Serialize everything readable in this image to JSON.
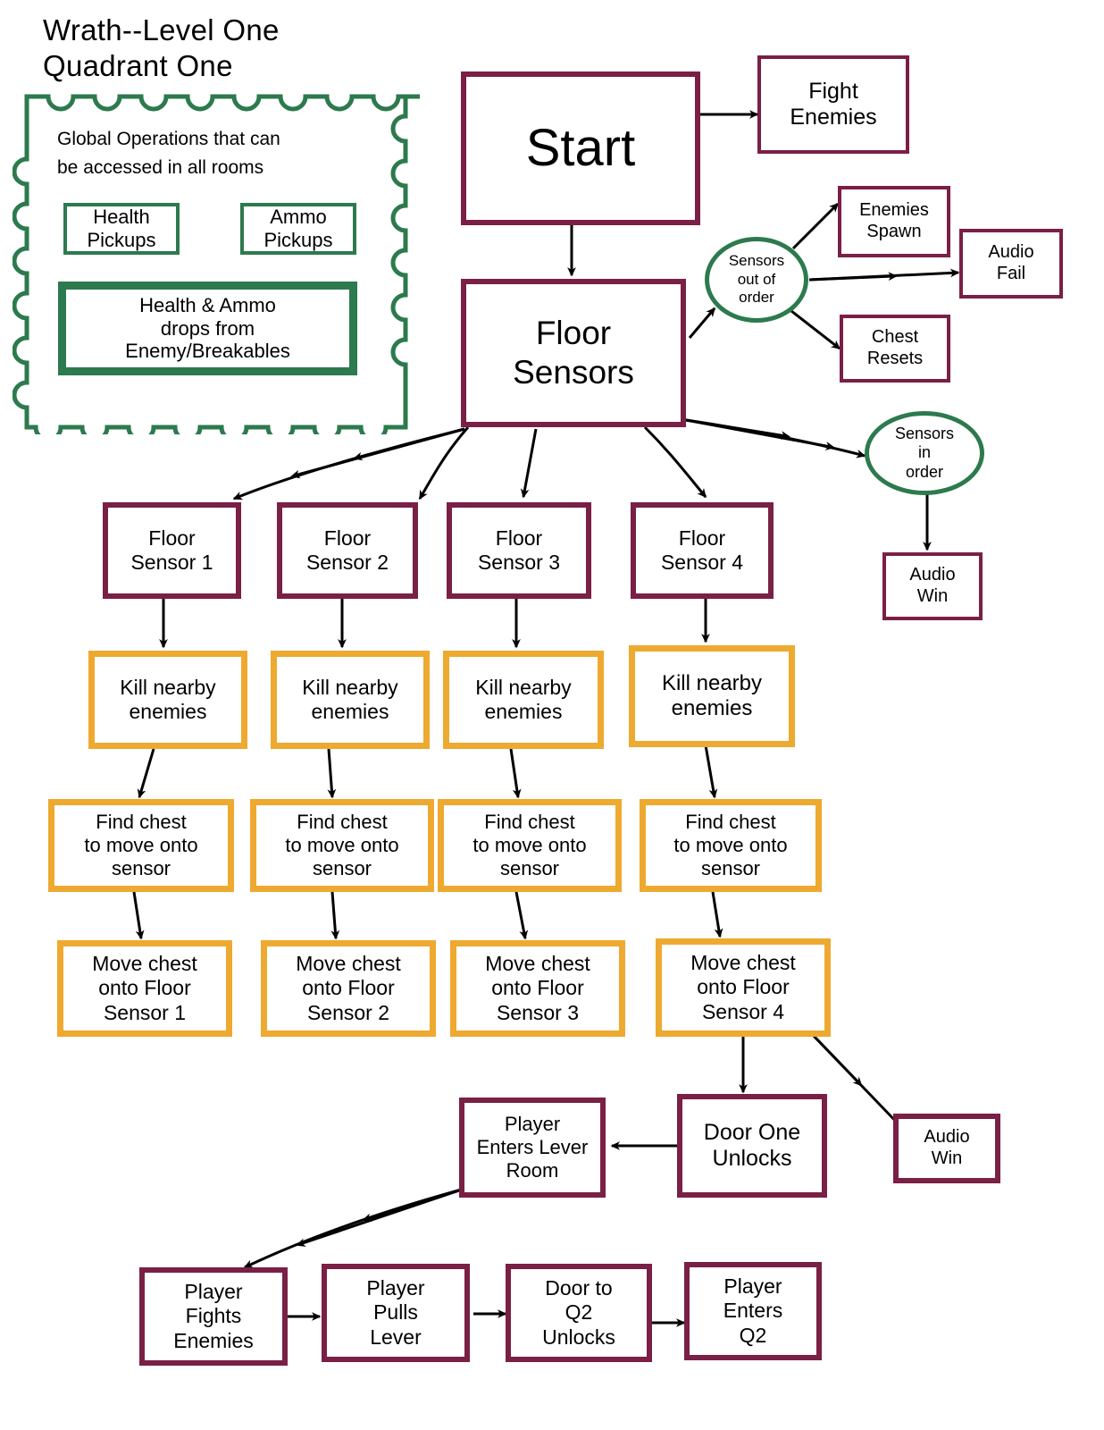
{
  "title": {
    "line1": "Wrath--Level One",
    "line2": "Quadrant One",
    "full": "Wrath--Level One\nQuadrant One"
  },
  "colors": {
    "maroon": "#7a1f45",
    "orange": "#eea930",
    "green": "#2c7a4d",
    "arrow": "#000000",
    "background": "#ffffff"
  },
  "global_panel": {
    "heading": "Global Operations that can\nbe accessed in all rooms",
    "boxes": [
      {
        "label": "Health\nPickups"
      },
      {
        "label": "Ammo\nPickups"
      },
      {
        "label": "Health & Ammo\ndrops from\nEnemy/Breakables"
      }
    ]
  },
  "nodes": {
    "start": {
      "label": "Start"
    },
    "fight_enemies": {
      "label": "Fight\nEnemies"
    },
    "floor_sensors": {
      "label": "Floor\nSensors"
    },
    "sensors_out_of_order": {
      "label": "Sensors\nout of\norder"
    },
    "sensors_in_order": {
      "label": "Sensors\nin\norder"
    },
    "enemies_spawn": {
      "label": "Enemies\nSpawn"
    },
    "chest_resets": {
      "label": "Chest\nResets"
    },
    "audio_fail": {
      "label": "Audio\nFail"
    },
    "audio_win_top": {
      "label": "Audio\nWin"
    },
    "audio_win_bottom": {
      "label": "Audio\nWin"
    },
    "floor_sensor_1": {
      "label": "Floor\nSensor 1"
    },
    "floor_sensor_2": {
      "label": "Floor\nSensor 2"
    },
    "floor_sensor_3": {
      "label": "Floor\nSensor 3"
    },
    "floor_sensor_4": {
      "label": "Floor\nSensor 4"
    },
    "kill_nearby_1": {
      "label": "Kill nearby\nenemies"
    },
    "kill_nearby_2": {
      "label": "Kill nearby\nenemies"
    },
    "kill_nearby_3": {
      "label": "Kill nearby\nenemies"
    },
    "kill_nearby_4": {
      "label": "Kill nearby\nenemies"
    },
    "find_chest_1": {
      "label": "Find chest\nto move onto\nsensor"
    },
    "find_chest_2": {
      "label": "Find chest\nto move onto\nsensor"
    },
    "find_chest_3": {
      "label": "Find chest\nto move onto\nsensor"
    },
    "find_chest_4": {
      "label": "Find chest\nto move onto\nsensor"
    },
    "move_chest_1": {
      "label": "Move chest\nonto Floor\nSensor 1"
    },
    "move_chest_2": {
      "label": "Move chest\nonto Floor\nSensor 2"
    },
    "move_chest_3": {
      "label": "Move chest\nonto Floor\nSensor 3"
    },
    "move_chest_4": {
      "label": "Move chest\nonto Floor\nSensor 4"
    },
    "door_one_unlocks": {
      "label": "Door One\nUnlocks"
    },
    "player_enters_lever_room": {
      "label": "Player\nEnters Lever\nRoom"
    },
    "player_fights_enemies": {
      "label": "Player\nFights\nEnemies"
    },
    "player_pulls_lever": {
      "label": "Player\nPulls\nLever"
    },
    "door_to_q2_unlocks": {
      "label": "Door to\nQ2\nUnlocks"
    },
    "player_enters_q2": {
      "label": "Player\nEnters\nQ2"
    }
  },
  "edges": [
    {
      "from": "start",
      "to": "fight_enemies"
    },
    {
      "from": "start",
      "to": "floor_sensors"
    },
    {
      "from": "floor_sensors",
      "to": "sensors_out_of_order"
    },
    {
      "from": "sensors_out_of_order",
      "to": "enemies_spawn"
    },
    {
      "from": "sensors_out_of_order",
      "to": "audio_fail"
    },
    {
      "from": "sensors_out_of_order",
      "to": "chest_resets"
    },
    {
      "from": "floor_sensors",
      "to": "sensors_in_order"
    },
    {
      "from": "sensors_in_order",
      "to": "audio_win_top"
    },
    {
      "from": "floor_sensors",
      "to": "floor_sensor_1"
    },
    {
      "from": "floor_sensors",
      "to": "floor_sensor_2"
    },
    {
      "from": "floor_sensors",
      "to": "floor_sensor_3"
    },
    {
      "from": "floor_sensors",
      "to": "floor_sensor_4"
    },
    {
      "from": "floor_sensor_1",
      "to": "kill_nearby_1"
    },
    {
      "from": "floor_sensor_2",
      "to": "kill_nearby_2"
    },
    {
      "from": "floor_sensor_3",
      "to": "kill_nearby_3"
    },
    {
      "from": "floor_sensor_4",
      "to": "kill_nearby_4"
    },
    {
      "from": "kill_nearby_1",
      "to": "find_chest_1"
    },
    {
      "from": "kill_nearby_2",
      "to": "find_chest_2"
    },
    {
      "from": "kill_nearby_3",
      "to": "find_chest_3"
    },
    {
      "from": "kill_nearby_4",
      "to": "find_chest_4"
    },
    {
      "from": "find_chest_1",
      "to": "move_chest_1"
    },
    {
      "from": "find_chest_2",
      "to": "move_chest_2"
    },
    {
      "from": "find_chest_3",
      "to": "move_chest_3"
    },
    {
      "from": "find_chest_4",
      "to": "move_chest_4"
    },
    {
      "from": "move_chest_4",
      "to": "door_one_unlocks"
    },
    {
      "from": "move_chest_4",
      "to": "audio_win_bottom"
    },
    {
      "from": "door_one_unlocks",
      "to": "player_enters_lever_room"
    },
    {
      "from": "player_enters_lever_room",
      "to": "player_fights_enemies"
    },
    {
      "from": "player_fights_enemies",
      "to": "player_pulls_lever"
    },
    {
      "from": "player_pulls_lever",
      "to": "door_to_q2_unlocks"
    },
    {
      "from": "door_to_q2_unlocks",
      "to": "player_enters_q2"
    }
  ]
}
